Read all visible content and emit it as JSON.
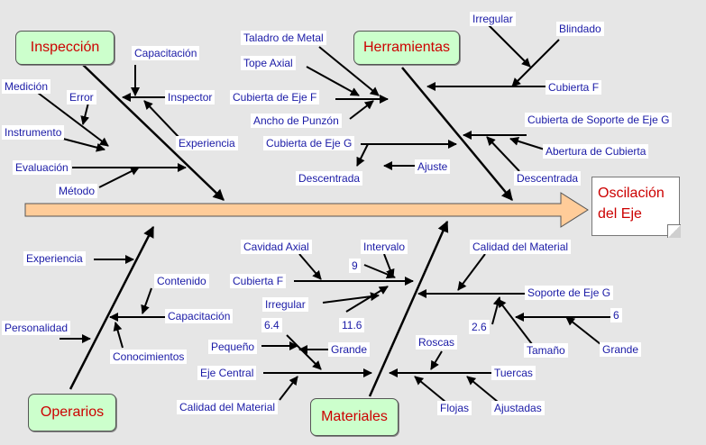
{
  "effect": "Oscilación del Eje",
  "categories": {
    "inspeccion": "Inspección",
    "herramientas": "Herramientas",
    "operarios": "Operarios",
    "materiales": "Materiales"
  },
  "inspeccion": {
    "capacitacion": "Capacitación",
    "inspector": "Inspector",
    "medicion": "Medición",
    "error": "Error",
    "instrumento": "Instrumento",
    "evaluacion": "Evaluación",
    "metodo": "Método",
    "experiencia": "Experiencia"
  },
  "herramientas": {
    "taladro": "Taladro de Metal",
    "tope_axial": "Tope Axial",
    "cubierta_eje_f": "Cubierta de Eje F",
    "ancho_punzon": "Ancho de Punzón",
    "cubierta_eje_g": "Cubierta de Eje G",
    "descentrada_1": "Descentrada",
    "ajuste": "Ajuste",
    "irregular": "Irregular",
    "blindado": "Blindado",
    "cubierta_f": "Cubierta F",
    "cubierta_soporte_g": "Cubierta de Soporte de Eje G",
    "abertura_cubierta": "Abertura de Cubierta",
    "descentrada_2": "Descentrada"
  },
  "operarios": {
    "experiencia": "Experiencia",
    "contenido": "Contenido",
    "capacitacion": "Capacitación",
    "personalidad": "Personalidad",
    "conocimientos": "Conocimientos"
  },
  "materiales": {
    "cavidad_axial": "Cavidad Axial",
    "intervalo": "Intervalo",
    "nueve": "9",
    "cubierta_f": "Cubierta F",
    "irregular": "Irregular",
    "once_seis": "11.6",
    "seis_cuatro": "6.4",
    "pequeno": "Pequeño",
    "grande_1": "Grande",
    "eje_central": "Eje Central",
    "calidad_material_1": "Calidad del Material",
    "calidad_material_2": "Calidad del Material",
    "soporte_eje_g": "Soporte de Eje G",
    "dos_seis": "2.6",
    "seis": "6",
    "tamano": "Tamaño",
    "grande_2": "Grande",
    "roscas": "Roscas",
    "tuercas": "Tuercas",
    "flojas": "Flojas",
    "ajustadas": "Ajustadas"
  }
}
